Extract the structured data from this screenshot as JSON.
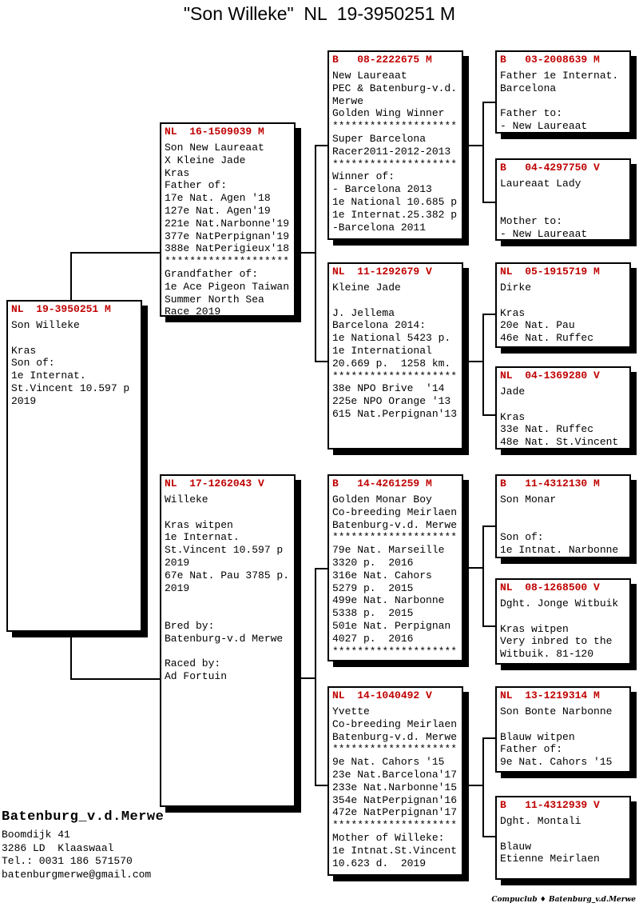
{
  "title": "\"Son Willeke\"  NL  19-3950251 M",
  "colors": {
    "ring_header_red": "#c00000",
    "line_black": "#000000",
    "box_bg": "#ffffff"
  },
  "pedigree": {
    "subject": {
      "ring": "NL  19-3950251 M",
      "lines": [
        "Son Willeke",
        "",
        "Kras",
        "Son of:",
        "1e Internat.",
        "St.Vincent 10.597 p",
        "2019"
      ]
    },
    "father": {
      "ring": "NL  16-1509039 M",
      "lines": [
        "Son New Laureaat",
        "X Kleine Jade",
        "Kras",
        "Father of:",
        "17e Nat. Agen '18",
        "127e Nat. Agen'19",
        "221e Nat.Narbonne'19",
        "377e NatPerpignan'19",
        "388e NatPerigieux'18",
        "********************",
        "Grandfather of:",
        "1e Ace Pigeon Taiwan",
        "Summer North Sea",
        "Race 2019"
      ]
    },
    "mother": {
      "ring": "NL  17-1262043 V",
      "lines": [
        "Willeke",
        "",
        "Kras witpen",
        "1e Internat.",
        "St.Vincent 10.597 p",
        "2019",
        "67e Nat. Pau 3785 p.",
        "2019",
        "",
        "",
        "Bred by:",
        "Batenburg-v.d Merwe",
        "",
        "Raced by:",
        "Ad Fortuin"
      ]
    },
    "ff": {
      "ring": "B   08-2222675 M",
      "lines": [
        "New Laureaat",
        "PEC & Batenburg-v.d.",
        "Merwe",
        "Golden Wing Winner",
        "********************",
        "Super Barcelona",
        "Racer2011-2012-2013",
        "********************",
        "Winner of:",
        "- Barcelona 2013",
        "1e National 10.685 p",
        "1e Internat.25.382 p",
        "-Barcelona 2011"
      ]
    },
    "fm": {
      "ring": "NL  11-1292679 V",
      "lines": [
        "Kleine Jade",
        "",
        "J. Jellema",
        "Barcelona 2014:",
        "1e National 5423 p.",
        "1e International",
        "20.669 p.  1258 km.",
        "********************",
        "38e NPO Brive  '14",
        "225e NPO Orange '13",
        "615 Nat.Perpignan'13"
      ]
    },
    "mf": {
      "ring": "B   14-4261259 M",
      "lines": [
        "Golden Monar Boy",
        "Co-breeding Meirlaen",
        "Batenburg-v.d. Merwe",
        "********************",
        "79e Nat. Marseille",
        "3320 p.  2016",
        "316e Nat. Cahors",
        "5279 p.  2015",
        "499e Nat. Narbonne",
        "5338 p.  2015",
        "501e Nat. Perpignan",
        "4027 p.  2016",
        "********************"
      ]
    },
    "mm": {
      "ring": "NL  14-1040492 V",
      "lines": [
        "Yvette",
        "Co-breeding Meirlaen",
        "Batenburg-v.d. Merwe",
        "********************",
        "9e Nat. Cahors '15",
        "23e Nat.Barcelona'17",
        "233e Nat.Narbonne'15",
        "354e NatPerpignan'16",
        "472e NatPerpignan'17",
        "********************",
        "Mother of Willeke:",
        "1e Intnat.St.Vincent",
        "10.623 d.  2019"
      ]
    },
    "fff": {
      "ring": "B   03-2008639 M",
      "lines": [
        "Father 1e Internat.",
        "Barcelona",
        "",
        "Father to:",
        "- New Laureaat"
      ]
    },
    "ffm": {
      "ring": "B   04-4297750 V",
      "lines": [
        "Laureaat Lady",
        "",
        "",
        "Mother to:",
        "- New Laureaat"
      ]
    },
    "fmf": {
      "ring": "NL  05-1915719 M",
      "lines": [
        "Dirke",
        "",
        "Kras",
        "20e Nat. Pau",
        "46e Nat. Ruffec"
      ]
    },
    "fmm": {
      "ring": "NL  04-1369280 V",
      "lines": [
        "Jade",
        "",
        "Kras",
        "33e Nat. Ruffec",
        "48e Nat. St.Vincent"
      ]
    },
    "mff": {
      "ring": "B   11-4312130 M",
      "lines": [
        "Son Monar",
        "",
        "",
        "Son of:",
        "1e Intnat. Narbonne"
      ]
    },
    "mfm": {
      "ring": "NL  08-1268500 V",
      "lines": [
        "Dght. Jonge Witbuik",
        "",
        "Kras witpen",
        "Very inbred to the",
        "Witbuik. 81-120"
      ]
    },
    "mmf": {
      "ring": "NL  13-1219314 M",
      "lines": [
        "Son Bonte Narbonne",
        "",
        "Blauw witpen",
        "Father of:",
        "9e Nat. Cahors '15"
      ]
    },
    "mmm": {
      "ring": "B   11-4312939 V",
      "lines": [
        "Dght. Montali",
        "",
        "Blauw",
        "Etienne Meirlaen"
      ]
    }
  },
  "footer": {
    "breeder_name": "Batenburg_v.d.Merwe",
    "address_lines": [
      "Boomdijk 41",
      "3286 LD  Klaaswaal",
      "Tel.: 0031 186 571570",
      "batenburgmerwe@gmail.com"
    ],
    "credit": "Compuclub ♦ Batenburg_v.d.Merwe"
  }
}
